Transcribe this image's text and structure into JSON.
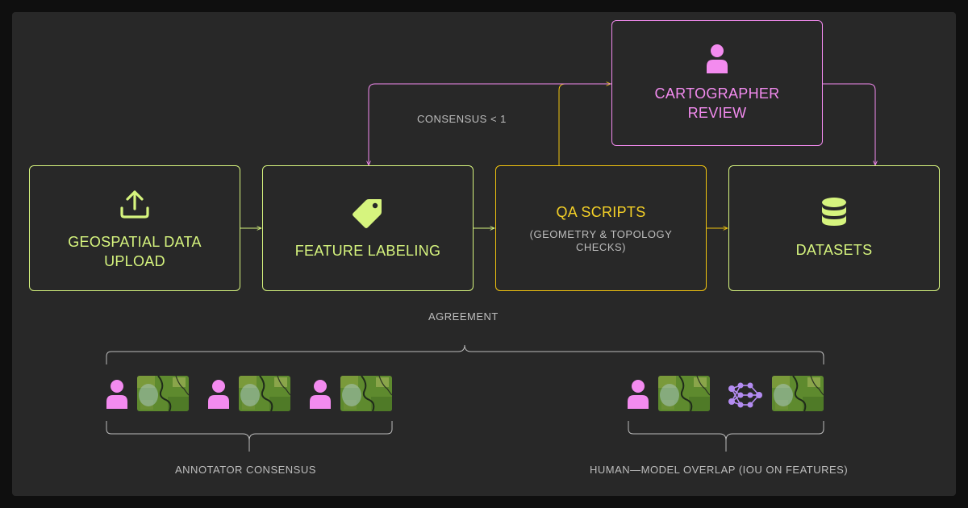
{
  "nodes": {
    "upload": {
      "title_line1": "GEOSPATIAL DATA",
      "title_line2": "UPLOAD",
      "icon": "upload-icon"
    },
    "labeling": {
      "title": "FEATURE LABELING",
      "icon": "tag-icon"
    },
    "qa": {
      "title": "QA SCRIPTS",
      "subtitle_line1": "(GEOMETRY & TOPOLOGY",
      "subtitle_line2": "CHECKS)"
    },
    "review": {
      "title_line1": "CARTOGRAPHER",
      "title_line2": "REVIEW",
      "icon": "person-icon"
    },
    "datasets": {
      "title": "DATASETS",
      "icon": "database-icon"
    }
  },
  "labels": {
    "consensus_loop": "CONSENSUS < 1",
    "agreement": "AGREEMENT",
    "annotator_consensus": "ANNOTATOR CONSENSUS",
    "human_model_overlap": "HUMAN—MODEL OVERLAP (IOU ON FEATURES)"
  },
  "colors": {
    "background": "#282828",
    "green": "#d6f47e",
    "yellow": "#f1c40f",
    "pink": "#f38bef",
    "purple": "#b48cf2",
    "grey": "#bdbdbd"
  }
}
